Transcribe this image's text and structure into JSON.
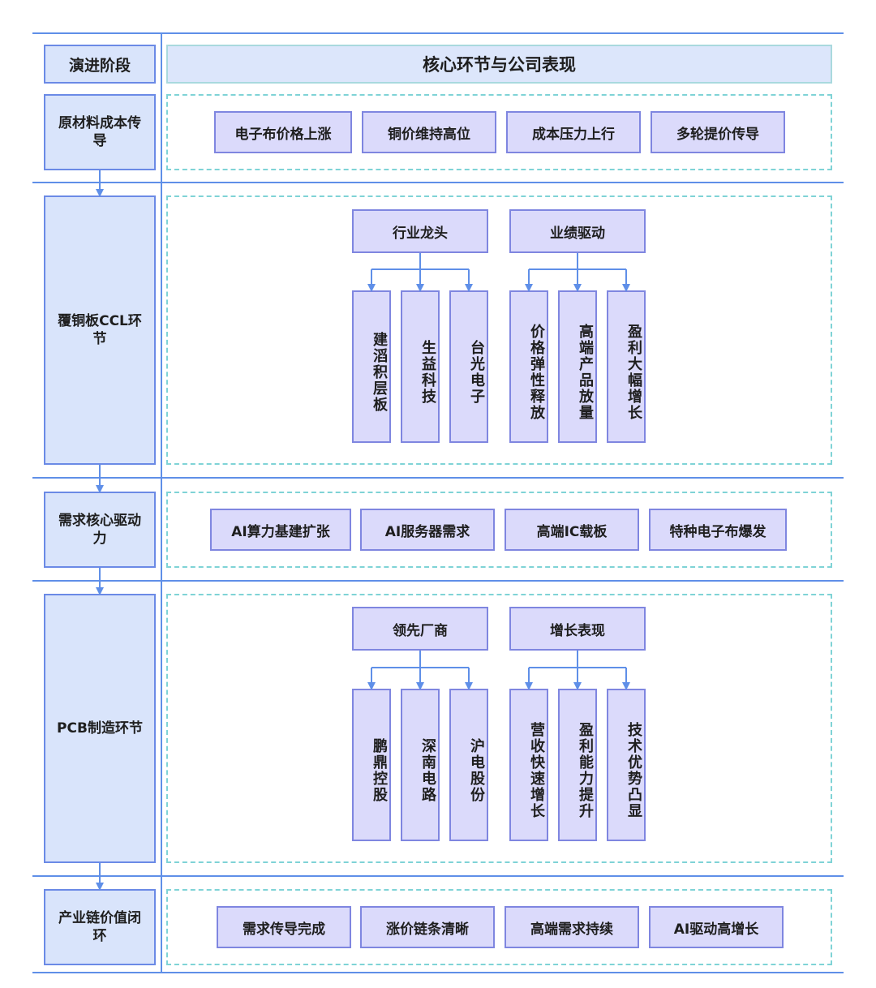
{
  "header": {
    "left": "演进阶段",
    "right": "核心环节与公司表现"
  },
  "stages": [
    {
      "label": "原材料成本传导",
      "items": [
        "电子布价格上涨",
        "铜价维持高位",
        "成本压力上行",
        "多轮提价传导"
      ]
    },
    {
      "label": "覆铜板CCL环节",
      "groups": [
        {
          "title": "行业龙头",
          "items": [
            "建滔积层板",
            "生益科技",
            "台光电子"
          ]
        },
        {
          "title": "业绩驱动",
          "items": [
            "价格弹性释放",
            "高端产品放量",
            "盈利大幅增长"
          ]
        }
      ]
    },
    {
      "label": "需求核心驱动力",
      "items": [
        "AI算力基建扩张",
        "AI服务器需求",
        "高端IC载板",
        "特种电子布爆发"
      ]
    },
    {
      "label": "PCB制造环节",
      "groups": [
        {
          "title": "领先厂商",
          "items": [
            "鹏鼎控股",
            "深南电路",
            "沪电股份"
          ]
        },
        {
          "title": "增长表现",
          "items": [
            "营收快速增长",
            "盈利能力提升",
            "技术优势凸显"
          ]
        }
      ]
    },
    {
      "label": "产业链价值闭环",
      "items": [
        "需求传导完成",
        "涨价链条清晰",
        "高端需求持续",
        "AI驱动高增长"
      ]
    }
  ],
  "colors": {
    "line": "#5f8fe8",
    "dashed": "#7fd3d6",
    "stage_fill": "#d9e4fb",
    "item_fill": "#dbdafb"
  }
}
